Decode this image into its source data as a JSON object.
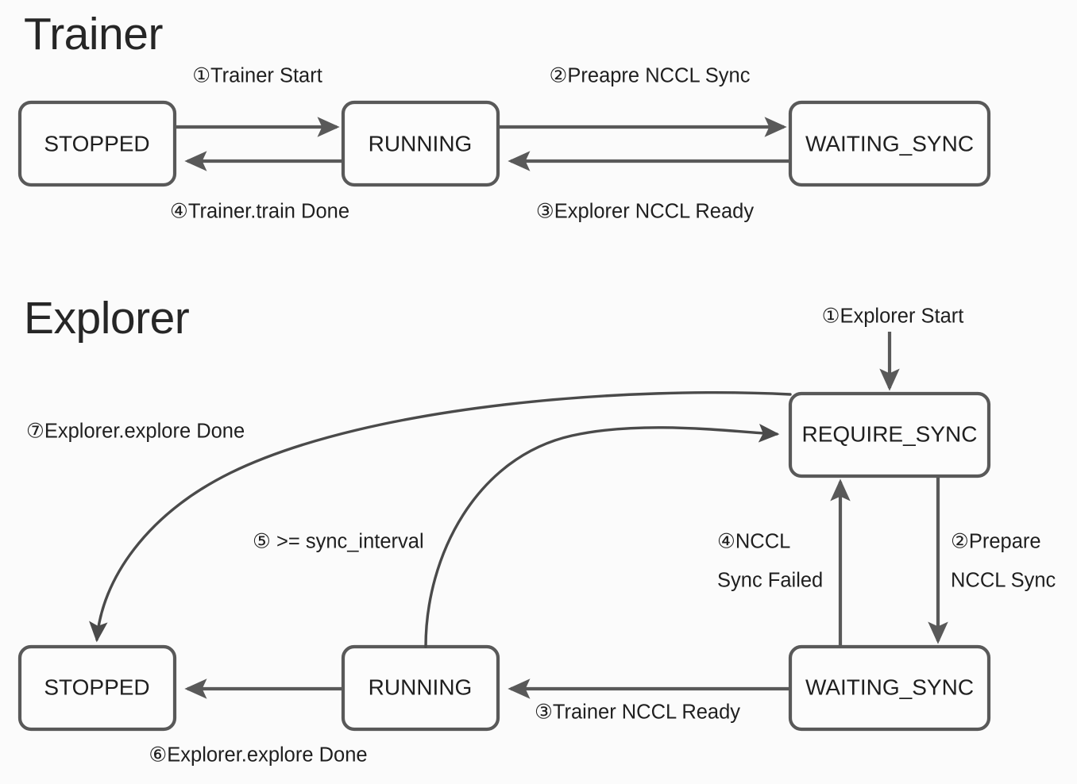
{
  "diagram": {
    "background_color": "#fbfbfb",
    "node_fill": "#fcfcfc",
    "node_stroke": "#595959",
    "text_color": "#1f1f1f",
    "title_color": "#262626"
  },
  "sections": [
    {
      "id": "trainer",
      "title": "Trainer",
      "nodes": [
        {
          "id": "trainer-stopped",
          "label": "STOPPED"
        },
        {
          "id": "trainer-running",
          "label": "RUNNING"
        },
        {
          "id": "trainer-waiting-sync",
          "label": "WAITING_SYNC"
        }
      ],
      "edges": [
        {
          "id": "trainer-edge-1",
          "label": "①Trainer Start",
          "from": "STOPPED",
          "to": "RUNNING"
        },
        {
          "id": "trainer-edge-2",
          "label": "②Preapre NCCL Sync",
          "from": "RUNNING",
          "to": "WAITING_SYNC"
        },
        {
          "id": "trainer-edge-3",
          "label": "③Explorer NCCL Ready",
          "from": "WAITING_SYNC",
          "to": "RUNNING"
        },
        {
          "id": "trainer-edge-4",
          "label": "④Trainer.train Done",
          "from": "RUNNING",
          "to": "STOPPED"
        }
      ]
    },
    {
      "id": "explorer",
      "title": "Explorer",
      "nodes": [
        {
          "id": "explorer-stopped",
          "label": "STOPPED"
        },
        {
          "id": "explorer-running",
          "label": "RUNNING"
        },
        {
          "id": "explorer-waiting-sync",
          "label": "WAITING_SYNC"
        },
        {
          "id": "explorer-require-sync",
          "label": "REQUIRE_SYNC"
        }
      ],
      "edges": [
        {
          "id": "explorer-edge-1",
          "label": "①Explorer Start",
          "from": "start",
          "to": "REQUIRE_SYNC"
        },
        {
          "id": "explorer-edge-2a",
          "label": "②Prepare",
          "from": "REQUIRE_SYNC",
          "to": "WAITING_SYNC"
        },
        {
          "id": "explorer-edge-2b",
          "label": "NCCL Sync",
          "from": "REQUIRE_SYNC",
          "to": "WAITING_SYNC"
        },
        {
          "id": "explorer-edge-3",
          "label": "③Trainer NCCL Ready",
          "from": "WAITING_SYNC",
          "to": "RUNNING"
        },
        {
          "id": "explorer-edge-4a",
          "label": "④NCCL",
          "from": "WAITING_SYNC",
          "to": "REQUIRE_SYNC"
        },
        {
          "id": "explorer-edge-4b",
          "label": "Sync Failed",
          "from": "WAITING_SYNC",
          "to": "REQUIRE_SYNC"
        },
        {
          "id": "explorer-edge-5",
          "label": "⑤ >= sync_interval",
          "from": "RUNNING",
          "to": "REQUIRE_SYNC"
        },
        {
          "id": "explorer-edge-6",
          "label": "⑥Explorer.explore Done",
          "from": "RUNNING",
          "to": "STOPPED"
        },
        {
          "id": "explorer-edge-7",
          "label": "⑦Explorer.explore Done",
          "from": "REQUIRE_SYNC",
          "to": "STOPPED"
        }
      ]
    }
  ]
}
